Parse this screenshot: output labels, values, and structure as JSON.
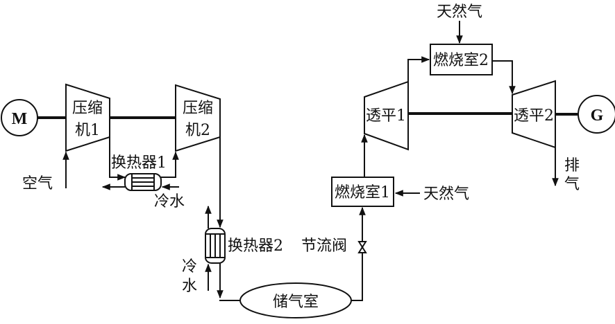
{
  "diagram": {
    "type": "process-flow",
    "title": "",
    "nodes": {
      "motor": {
        "label": "M"
      },
      "generator": {
        "label": "G"
      },
      "compressor1": {
        "line1": "压缩",
        "line2": "机1"
      },
      "compressor2": {
        "line1": "压缩",
        "line2": "机2"
      },
      "heat_exchanger1": {
        "label": "换热器1"
      },
      "heat_exchanger2": {
        "label": "换热器2"
      },
      "storage": {
        "label": "储气室"
      },
      "throttle_valve": {
        "label": "节流阀"
      },
      "combustor1": {
        "label": "燃烧室1"
      },
      "combustor2": {
        "label": "燃烧室2"
      },
      "turbine1": {
        "label": "透平1"
      },
      "turbine2": {
        "label": "透平2"
      }
    },
    "streams": {
      "air_in": "空气",
      "cold_water1": "冷水",
      "cold_water2_line1": "冷",
      "cold_water2_line2": "水",
      "natural_gas1": "天然气",
      "natural_gas2": "天然气",
      "exhaust_line1": "排",
      "exhaust_line2": "气"
    },
    "edges": [
      {
        "from": "motor",
        "to": "compressor1",
        "kind": "shaft"
      },
      {
        "from": "compressor1",
        "to": "compressor2",
        "kind": "shaft"
      },
      {
        "from": "air_in",
        "to": "compressor1",
        "kind": "flow"
      },
      {
        "from": "compressor1",
        "to": "heat_exchanger1",
        "kind": "flow"
      },
      {
        "from": "heat_exchanger1",
        "to": "compressor2",
        "kind": "flow"
      },
      {
        "from": "cold_water1",
        "to": "heat_exchanger1",
        "kind": "flow"
      },
      {
        "from": "compressor2",
        "to": "heat_exchanger2",
        "kind": "flow"
      },
      {
        "from": "cold_water2",
        "to": "heat_exchanger2",
        "kind": "flow"
      },
      {
        "from": "heat_exchanger2",
        "to": "storage",
        "kind": "flow"
      },
      {
        "from": "storage",
        "to": "throttle_valve",
        "kind": "flow"
      },
      {
        "from": "throttle_valve",
        "to": "combustor1",
        "kind": "flow"
      },
      {
        "from": "natural_gas1",
        "to": "combustor1",
        "kind": "flow"
      },
      {
        "from": "combustor1",
        "to": "turbine1",
        "kind": "flow"
      },
      {
        "from": "turbine1",
        "to": "combustor2",
        "kind": "flow"
      },
      {
        "from": "natural_gas2",
        "to": "combustor2",
        "kind": "flow"
      },
      {
        "from": "combustor2",
        "to": "turbine2",
        "kind": "flow"
      },
      {
        "from": "turbine1",
        "to": "turbine2",
        "kind": "shaft"
      },
      {
        "from": "turbine2",
        "to": "generator",
        "kind": "shaft"
      },
      {
        "from": "turbine2",
        "to": "exhaust",
        "kind": "flow"
      }
    ]
  }
}
